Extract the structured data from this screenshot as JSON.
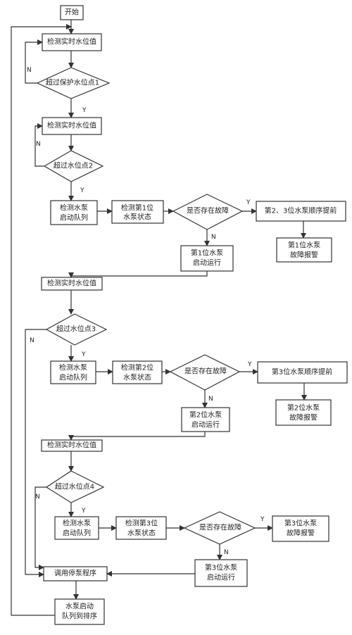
{
  "flow": {
    "start": "开始",
    "detect": "检测实时水位值",
    "exceed_guard": "超过保护水位点1",
    "exceed_2": "超过水位点2",
    "exceed_3": "超过水位点3",
    "exceed_4": "超过水位点4",
    "queue_l1": "检测水泵",
    "queue_l2": "启动队列",
    "check1_l1": "检测第1位",
    "check1_l2": "水泵状态",
    "check2_l1": "检测第2位",
    "check2_l2": "水泵状态",
    "check3_l1": "检测第3位",
    "check3_l2": "水泵状态",
    "fault_q": "是否存在故障",
    "promote23": "第2、3位水泵顺序提前",
    "promote3": "第3位水泵顺序提前",
    "alarm1_l1": "第1位水泵",
    "alarm1_l2": "故障报警",
    "alarm2_l1": "第2位水泵",
    "alarm2_l2": "故障报警",
    "alarm3_l1": "第3位水泵",
    "alarm3_l2": "故障报警",
    "run1_l1": "第1位水泵",
    "run1_l2": "启动运行",
    "run2_l1": "第2位水泵",
    "run2_l2": "启动运行",
    "run3_l1": "第3位水泵",
    "run3_l2": "启动运行",
    "stop_prog": "调用停泵程序",
    "reorder_l1": "水泵启动",
    "reorder_l2": "队列到排序",
    "yes": "Y",
    "no": "N"
  }
}
